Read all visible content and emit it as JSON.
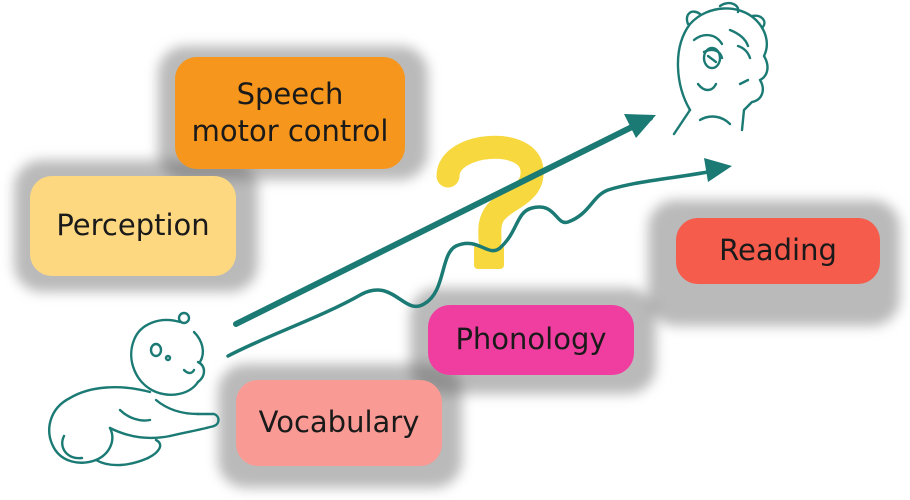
{
  "labels": {
    "speech_line1": "Speech",
    "speech_line2": "motor control",
    "perception": "Perception",
    "reading": "Reading",
    "phonology": "Phonology",
    "vocabulary": "Vocabulary",
    "question_mark": "?"
  },
  "colors": {
    "speech": "#f7961c",
    "perception": "#fdd880",
    "reading": "#f65c4c",
    "phonology": "#f03ea0",
    "vocabulary": "#f99a94",
    "question": "#f7d83e",
    "ink": "#1b7a74"
  },
  "icons": {
    "baby": "crawling-baby-icon",
    "adult": "adult-head-icon"
  }
}
